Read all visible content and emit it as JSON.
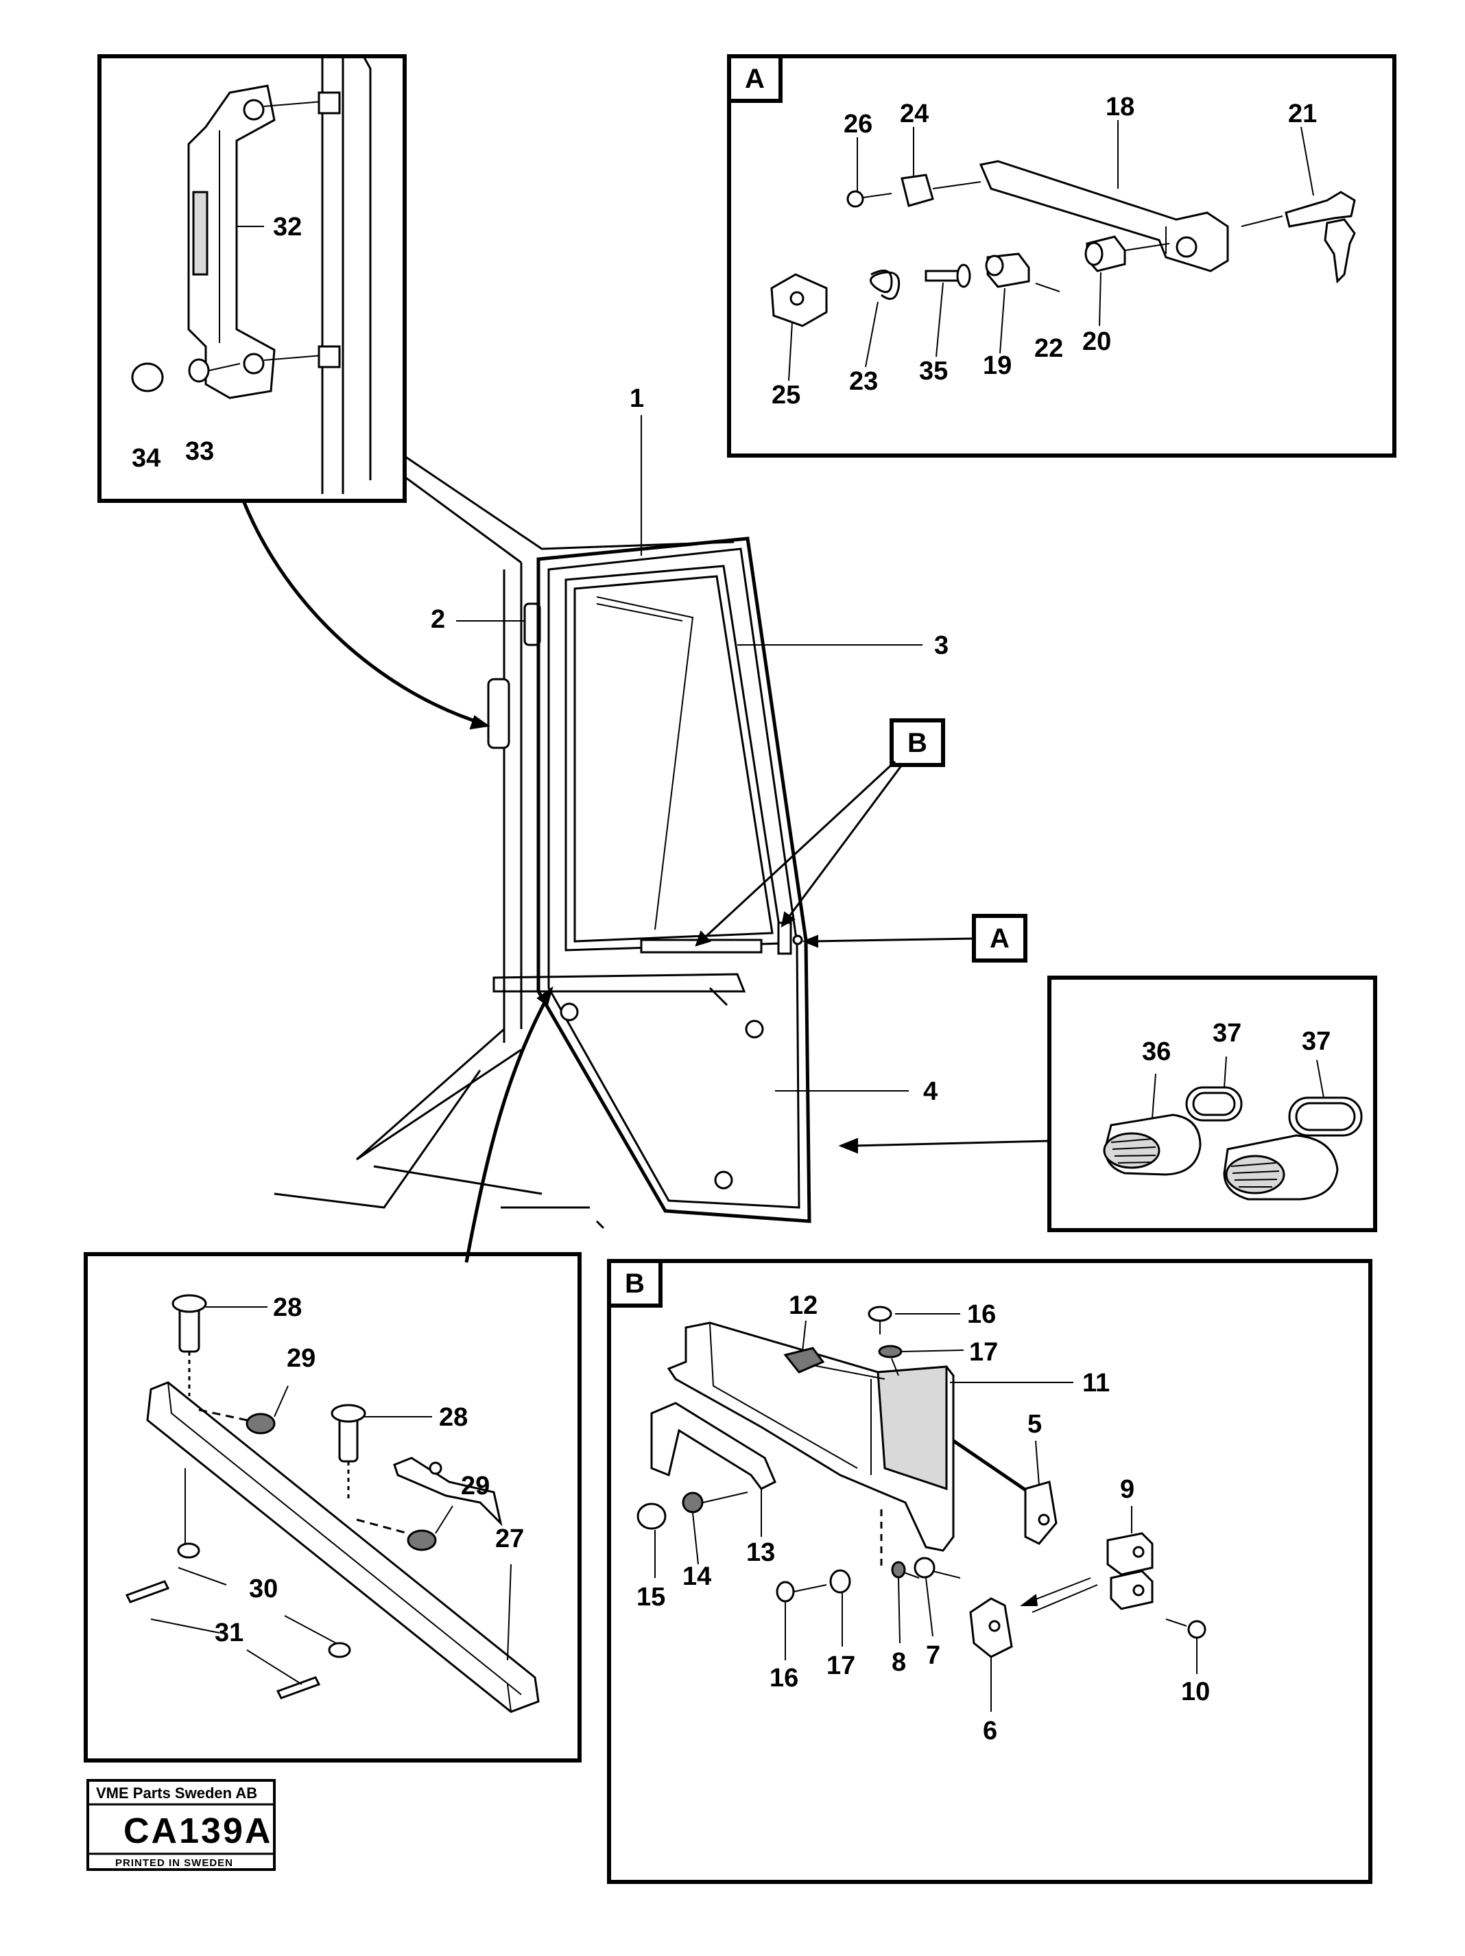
{
  "part_numbers": {
    "n1": "1",
    "n2": "2",
    "n3": "3",
    "n4": "4",
    "n5": "5",
    "n6": "6",
    "n7": "7",
    "n8": "8",
    "n9": "9",
    "n10": "10",
    "n11": "11",
    "n12": "12",
    "n13": "13",
    "n14": "14",
    "n15": "15",
    "n16a": "16",
    "n16b": "16",
    "n17a": "17",
    "n17b": "17",
    "n18": "18",
    "n19": "19",
    "n20": "20",
    "n21": "21",
    "n22": "22",
    "n23": "23",
    "n24": "24",
    "n25": "25",
    "n26": "26",
    "n27": "27",
    "n28a": "28",
    "n28b": "28",
    "n29a": "29",
    "n29b": "29",
    "n30": "30",
    "n31": "31",
    "n32": "32",
    "n33": "33",
    "n34": "34",
    "n35": "35",
    "n36": "36",
    "n37a": "37",
    "n37b": "37"
  },
  "callouts": {
    "detail_a_tag": "A",
    "detail_b_tag": "B",
    "door_ref_a": "A",
    "door_ref_b": "B"
  },
  "stamp": {
    "company": "VME Parts Sweden AB",
    "code": "CA139A",
    "printed": "PRINTED IN SWEDEN"
  }
}
